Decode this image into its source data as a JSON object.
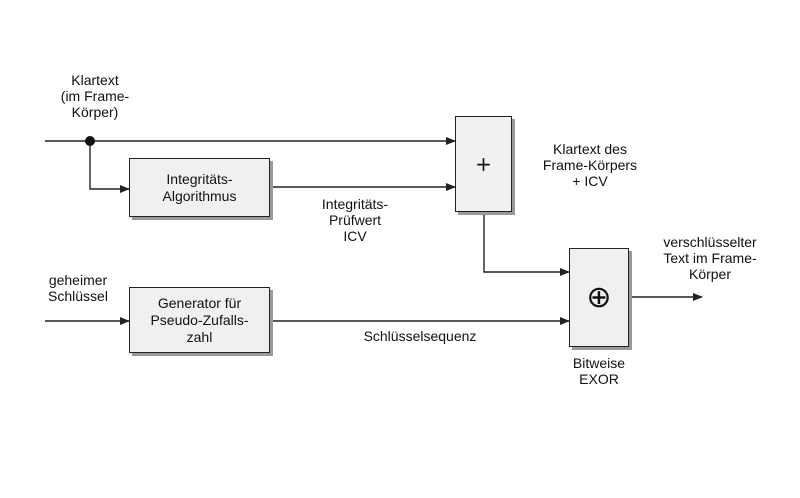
{
  "inputs": {
    "plaintext_label": "Klartext\n(im Frame-\nKörper)",
    "secret_key_label": "geheimer\nSchlüssel"
  },
  "blocks": {
    "integrity_algorithm": "Integritäts-\nAlgorithmus",
    "prng": "Generator für\nPseudo-Zufalls-\nzahl",
    "concat_symbol": "+",
    "xor_symbol": "⊕"
  },
  "signals": {
    "icv_label": "Integritäts-\nPrüfwert\nICV",
    "concat_output_label": "Klartext des\nFrame-Körpers\n+ ICV",
    "keystream_label": "Schlüsselsequenz",
    "xor_label": "Bitweise\nEXOR",
    "ciphertext_label": "verschlüsselter\nText im Frame-\nKörper"
  },
  "colors": {
    "line": "#222222",
    "box_fill": "#f0f0f0",
    "shadow": "#9a9a9a"
  }
}
